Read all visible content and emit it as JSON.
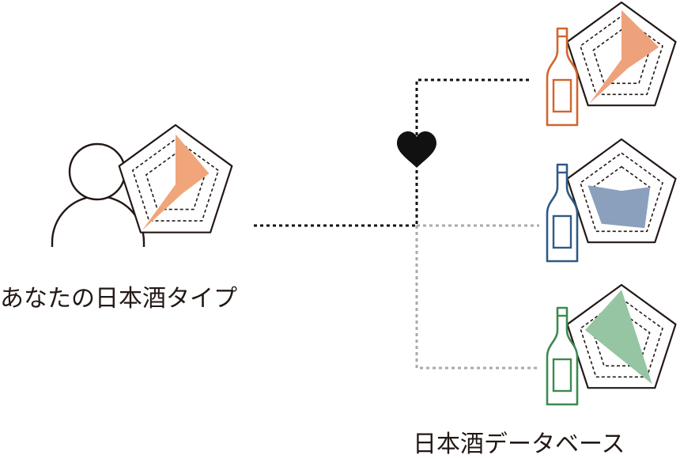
{
  "user_caption": "あなたの日本酒タイプ",
  "database_caption": "日本酒データベース",
  "user_chart": {
    "icon": "person-icon",
    "fill_color": "#f0a57a",
    "profile": [
      0.88,
      0.62,
      0.2,
      1.0,
      0.0
    ]
  },
  "sake_entries": [
    {
      "icon": "sake-bottle-icon",
      "color": "#d2652d",
      "fill_color": "#eda27c",
      "profile": [
        0.9,
        0.72,
        0.2,
        1.0,
        0.0
      ],
      "connection": "matched"
    },
    {
      "icon": "sake-bottle-icon",
      "color": "#2f5a85",
      "fill_color": "#8aa0bd",
      "profile": [
        0.1,
        0.55,
        0.72,
        0.62,
        0.65
      ],
      "connection": "unmatched"
    },
    {
      "icon": "sake-bottle-icon",
      "color": "#3c8a4f",
      "fill_color": "#96c5a3",
      "profile": [
        0.95,
        0.3,
        0.95,
        0.25,
        0.7
      ],
      "connection": "unmatched"
    }
  ],
  "match_icon": "heart-icon",
  "colors": {
    "line": "#231815",
    "dashed_match": "#111111",
    "dashed_other": "#aaaaaa"
  }
}
